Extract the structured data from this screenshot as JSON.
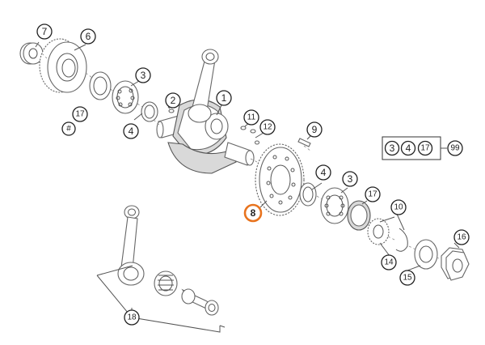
{
  "callouts": {
    "c1": "1",
    "c2": "2",
    "c3_left": "3",
    "c3_right": "3",
    "c4_left": "4",
    "c4_right": "4",
    "c6": "6",
    "c7": "7",
    "c8": "8",
    "c9": "9",
    "c10": "10",
    "c11": "11",
    "c12": "12",
    "c14": "14",
    "c15": "15",
    "c16": "16",
    "c17_left": "17",
    "c17_right": "17",
    "c18": "18",
    "hash": "#"
  },
  "group": {
    "items": [
      "3",
      "4",
      "17"
    ],
    "result": "99"
  },
  "colors": {
    "highlight": "#e8731e",
    "line": "#222222"
  }
}
